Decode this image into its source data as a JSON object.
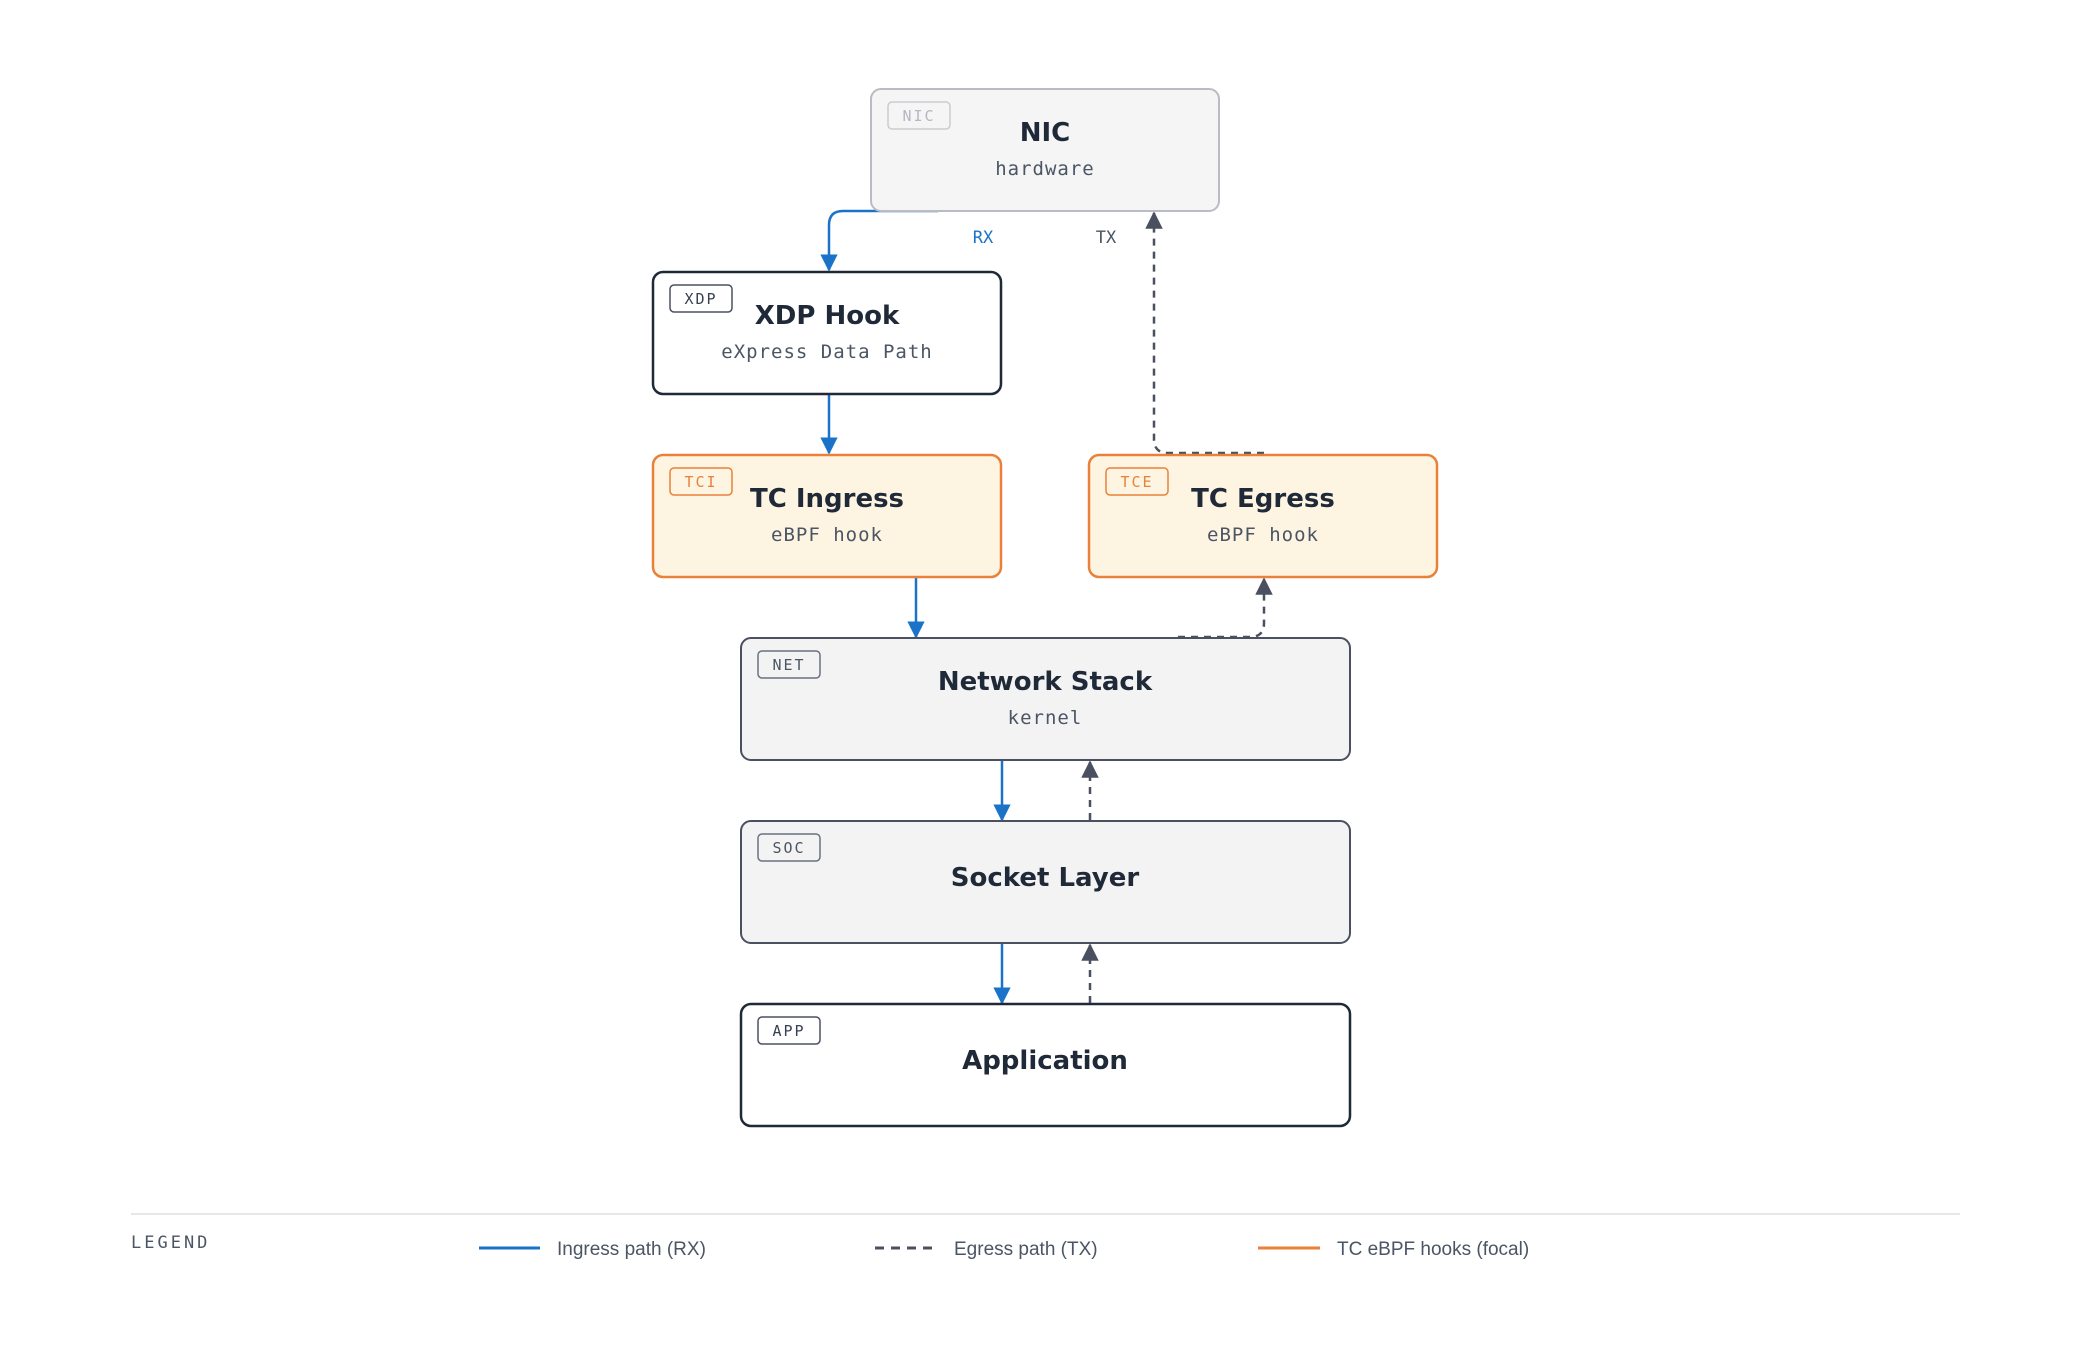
{
  "colors": {
    "ingress": "#1a73c9",
    "egress": "#4b5060",
    "focal_border": "#e8823a",
    "focal_fill": "#fef4e2",
    "focal_tag": "#e8823a",
    "dark_border": "#1f2937",
    "neutral_fill": "#f3f3f4"
  },
  "nodes": {
    "nic": {
      "tag": "NIC",
      "title": "NIC",
      "subtitle": "hardware"
    },
    "xdp": {
      "tag": "XDP",
      "title": "XDP Hook",
      "subtitle": "eXpress Data Path"
    },
    "tci": {
      "tag": "TCI",
      "title": "TC Ingress",
      "subtitle": "eBPF hook"
    },
    "tce": {
      "tag": "TCE",
      "title": "TC Egress",
      "subtitle": "eBPF hook"
    },
    "net": {
      "tag": "NET",
      "title": "Network Stack",
      "subtitle": "kernel"
    },
    "soc": {
      "tag": "SOC",
      "title": "Socket Layer"
    },
    "app": {
      "tag": "APP",
      "title": "Application"
    }
  },
  "edge_labels": {
    "rx": "RX",
    "tx": "TX"
  },
  "legend": {
    "title": "LEGEND",
    "ingress": "Ingress path (RX)",
    "egress": "Egress path (TX)",
    "focal": "TC eBPF hooks (focal)"
  }
}
